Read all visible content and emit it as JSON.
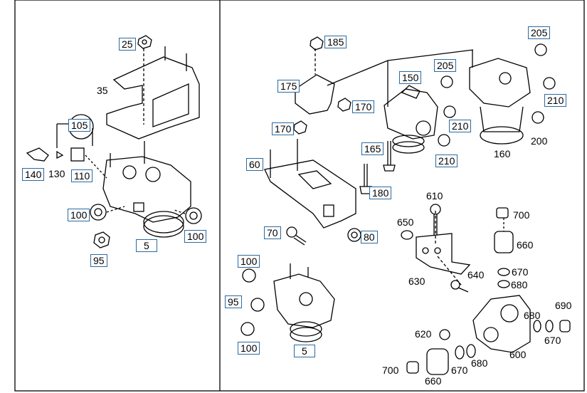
{
  "labels": {
    "l25": "25",
    "l35": "35",
    "l105": "105",
    "l140": "140",
    "l130": "130",
    "l110": "110",
    "l100a": "100",
    "l100b": "100",
    "l95a": "95",
    "l5a": "5",
    "l185": "185",
    "l175": "175",
    "l170a": "170",
    "l170b": "170",
    "l60": "60",
    "l165": "165",
    "l180": "180",
    "l70": "70",
    "l80": "80",
    "l150": "150",
    "l205a": "205",
    "l205b": "205",
    "l210a": "210",
    "l210b": "210",
    "l210c": "210",
    "l160": "160",
    "l200": "200",
    "l100c": "100",
    "l95b": "95",
    "l100d": "100",
    "l5b": "5",
    "l610": "610",
    "l650": "650",
    "l700a": "700",
    "l660a": "660",
    "l630": "630",
    "l640": "640",
    "l670a": "670",
    "l680a": "680",
    "l620": "620",
    "l680b": "680",
    "l690": "690",
    "l670b": "670",
    "l600": "600",
    "l700b": "700",
    "l660b": "660",
    "l670c": "670",
    "l680c": "680"
  },
  "colors": {
    "callout_border": "#2a6aa0",
    "line": "#000000"
  }
}
